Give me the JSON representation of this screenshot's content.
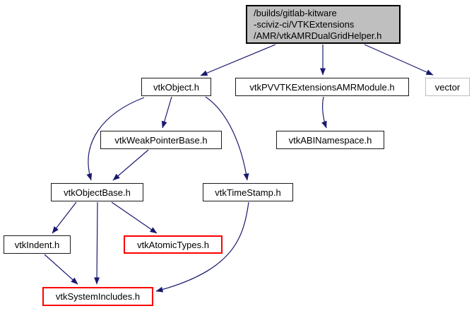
{
  "diagram": {
    "kind": "include-dependency-graph",
    "arrow_color": "#191970",
    "root_fill": "#bfbfbf",
    "truncated_border": "#ff0000",
    "external_border": "#bebebe",
    "nodes": [
      {
        "id": "root",
        "label": "/builds/gitlab-kitware\n-sciviz-ci/VTKExtensions\n/AMR/vtkAMRDualGridHelper.h",
        "style": "current"
      },
      {
        "id": "vtkObject",
        "label": "vtkObject.h",
        "style": "default"
      },
      {
        "id": "vtkPVVTKExtensionsAMRModule",
        "label": "vtkPVVTKExtensionsAMRModule.h",
        "style": "default"
      },
      {
        "id": "vector",
        "label": "vector",
        "style": "external"
      },
      {
        "id": "vtkWeakPointerBase",
        "label": "vtkWeakPointerBase.h",
        "style": "default"
      },
      {
        "id": "vtkABINamespace",
        "label": "vtkABINamespace.h",
        "style": "default"
      },
      {
        "id": "vtkObjectBase",
        "label": "vtkObjectBase.h",
        "style": "default"
      },
      {
        "id": "vtkTimeStamp",
        "label": "vtkTimeStamp.h",
        "style": "default"
      },
      {
        "id": "vtkIndent",
        "label": "vtkIndent.h",
        "style": "default"
      },
      {
        "id": "vtkAtomicTypes",
        "label": "vtkAtomicTypes.h",
        "style": "truncated"
      },
      {
        "id": "vtkSystemIncludes",
        "label": "vtkSystemIncludes.h",
        "style": "truncated"
      }
    ],
    "edges": [
      {
        "from": "root",
        "to": "vtkObject"
      },
      {
        "from": "root",
        "to": "vtkPVVTKExtensionsAMRModule"
      },
      {
        "from": "root",
        "to": "vector"
      },
      {
        "from": "vtkObject",
        "to": "vtkWeakPointerBase"
      },
      {
        "from": "vtkObject",
        "to": "vtkObjectBase"
      },
      {
        "from": "vtkObject",
        "to": "vtkTimeStamp"
      },
      {
        "from": "vtkPVVTKExtensionsAMRModule",
        "to": "vtkABINamespace"
      },
      {
        "from": "vtkWeakPointerBase",
        "to": "vtkObjectBase"
      },
      {
        "from": "vtkObjectBase",
        "to": "vtkIndent"
      },
      {
        "from": "vtkObjectBase",
        "to": "vtkSystemIncludes"
      },
      {
        "from": "vtkObjectBase",
        "to": "vtkAtomicTypes"
      },
      {
        "from": "vtkIndent",
        "to": "vtkSystemIncludes"
      },
      {
        "from": "vtkTimeStamp",
        "to": "vtkSystemIncludes"
      }
    ]
  }
}
